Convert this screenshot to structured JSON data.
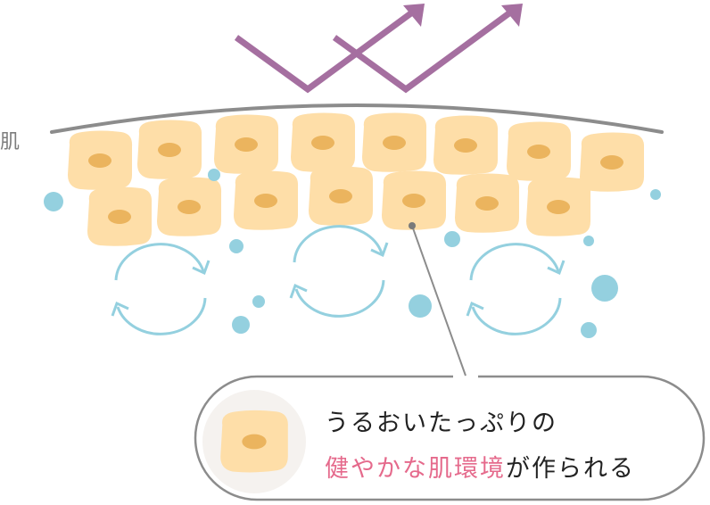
{
  "skin_label": "肌",
  "message": {
    "line1": "うるおいたっぷりの",
    "line2_highlight": "健やかな肌環境",
    "line2_rest": "が作られる"
  },
  "colors": {
    "cell": "#fedea8",
    "nucleus": "#ebb45e",
    "water": "#94d0df",
    "reflection_arrow": "#a56fa0",
    "skin_line": "#8c8c8c",
    "highlight_text": "#e56a8c"
  }
}
